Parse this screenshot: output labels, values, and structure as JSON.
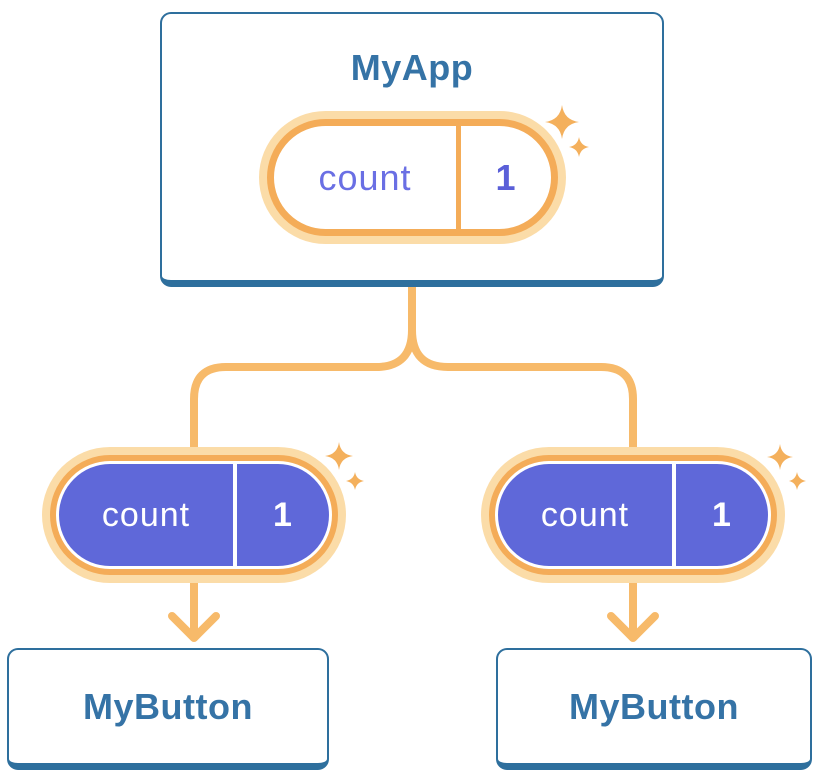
{
  "diagram": {
    "root": {
      "title": "MyApp",
      "pill": {
        "label": "count",
        "value": "1"
      }
    },
    "children": [
      {
        "title": "MyButton",
        "pill": {
          "label": "count",
          "value": "1"
        }
      },
      {
        "title": "MyButton",
        "pill": {
          "label": "count",
          "value": "1"
        }
      }
    ]
  },
  "colors": {
    "box_border_blue": "#2E6F9D",
    "box_text_blue": "#3573A6",
    "line_orange": "#F7BA6A",
    "pill_border_orange": "#F4AC58",
    "pill_glow": "#FBDCA8",
    "pill_purple": "#5F68D9",
    "pill_text_purple": "#6A6FE4",
    "pill_value_purple": "#5A5FD8",
    "sparkle_orange": "#F4B05C",
    "background": "#FFFFFF"
  }
}
